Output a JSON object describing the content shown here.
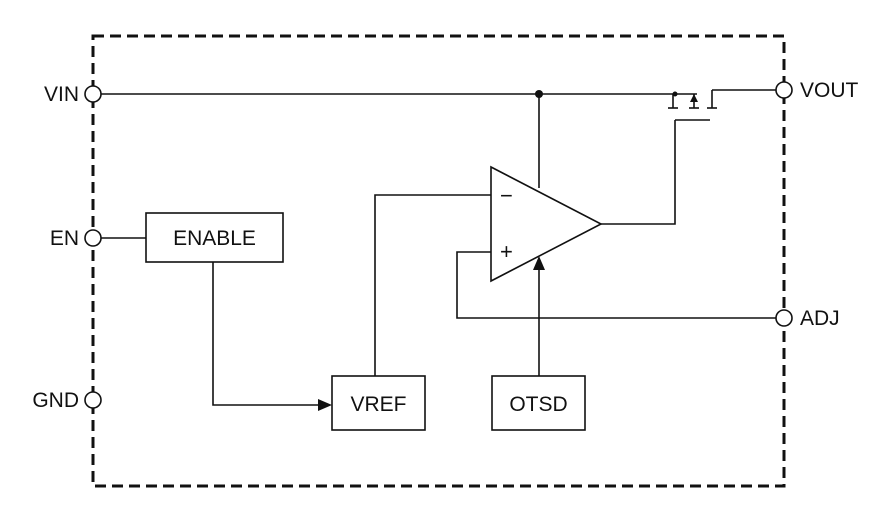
{
  "pins": {
    "vin": "VIN",
    "en": "EN",
    "gnd": "GND",
    "vout": "VOUT",
    "adj": "ADJ"
  },
  "blocks": {
    "enable": "ENABLE",
    "vref": "VREF",
    "otsd": "OTSD"
  },
  "amplifier": {
    "inverting": "−",
    "non_inverting": "+"
  }
}
